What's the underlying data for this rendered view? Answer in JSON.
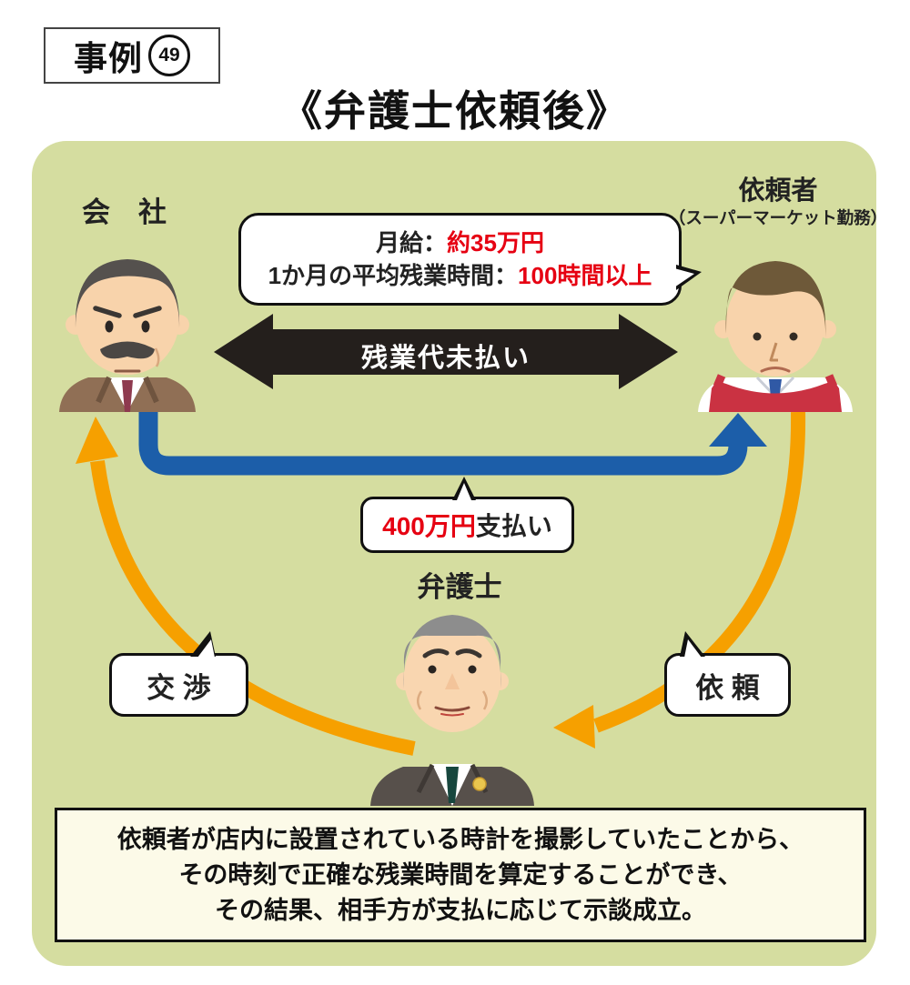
{
  "case_badge": {
    "prefix": "事例",
    "number": "49"
  },
  "title": "《弁護士依頼後》",
  "actors": {
    "company": {
      "label": "会　社"
    },
    "client": {
      "label": "依頼者",
      "sublabel": "（スーパーマーケット勤務）"
    },
    "lawyer": {
      "label": "弁護士"
    }
  },
  "speech_bubble": {
    "line1_prefix": "月給：",
    "line1_highlight": "約35万円",
    "line2_prefix": "1か月の平均残業時間：",
    "line2_highlight": "100時間以上"
  },
  "arrows": {
    "dispute": {
      "label": "残業代未払い",
      "color": "#241f1c",
      "direction": "both"
    },
    "payment": {
      "label_highlight": "400万円",
      "label_rest": "支払い",
      "color": "#1c5ea9",
      "from": "company",
      "to": "client"
    },
    "negotiation": {
      "label": "交 渉",
      "color": "#f6a000",
      "from": "lawyer",
      "to": "company"
    },
    "request": {
      "label": "依 頼",
      "color": "#f6a000",
      "from": "client",
      "to": "lawyer"
    }
  },
  "result_note": {
    "lines": [
      "依頼者が店内に設置されている時計を撮影していたことから、",
      "その時刻で正確な残業時間を算定することができ、",
      "その結果、相手方が支払に応じて示談成立。"
    ]
  },
  "colors": {
    "panel_green": "#d5dda0",
    "highlight_red": "#e60012",
    "note_cream": "#fcfae8",
    "arrow_black": "#241f1c",
    "arrow_blue": "#1c5ea9",
    "arrow_orange": "#f6a000"
  }
}
